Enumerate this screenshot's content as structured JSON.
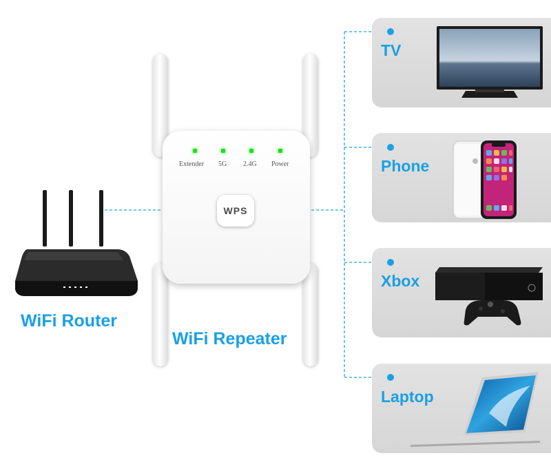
{
  "router": {
    "label": "WiFi Router"
  },
  "repeater": {
    "label": "WiFi Repeater",
    "wps_label": "WPS",
    "indicators": [
      "Extender",
      "5G",
      "2.4G",
      "Power"
    ]
  },
  "devices": [
    {
      "label": "TV",
      "icon": "tv-icon"
    },
    {
      "label": "Phone",
      "icon": "phone-icon"
    },
    {
      "label": "Xbox",
      "icon": "xbox-icon"
    },
    {
      "label": "Laptop",
      "icon": "laptop-icon"
    }
  ],
  "colors": {
    "accent": "#1aa0e6",
    "led": "#22dd22",
    "card": "#dcdcdc"
  }
}
